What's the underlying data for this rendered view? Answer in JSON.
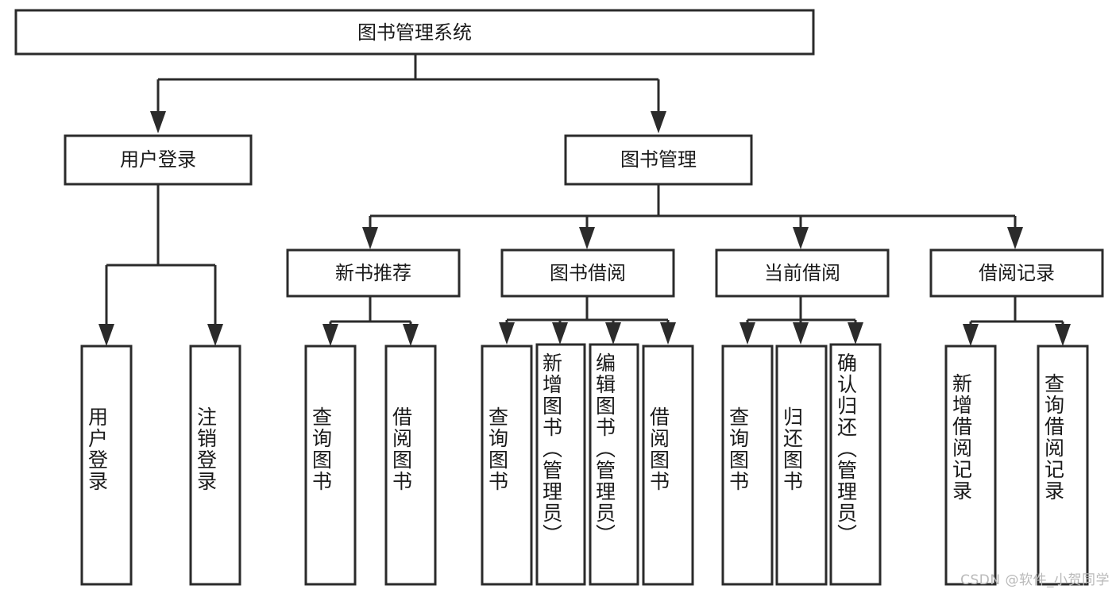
{
  "diagram": {
    "type": "tree-hierarchy",
    "title": "图书管理系统",
    "watermark": "CSDN @软件_小贺同学",
    "colors": {
      "background": "#ffffff",
      "stroke": "#2b2b2b",
      "text": "#1a1a1a",
      "watermark": "#b9b9b9"
    },
    "root": {
      "label": "图书管理系统"
    },
    "level2": [
      {
        "label": "用户登录"
      },
      {
        "label": "图书管理"
      }
    ],
    "level3": [
      {
        "label": "新书推荐"
      },
      {
        "label": "图书借阅"
      },
      {
        "label": "当前借阅"
      },
      {
        "label": "借阅记录"
      }
    ],
    "leaves": {
      "user_login": [
        {
          "label": "用户登录"
        },
        {
          "label": "注销登录"
        }
      ],
      "new_book_recommend": [
        {
          "label": "查询图书"
        },
        {
          "label": "借阅图书"
        }
      ],
      "book_borrow": [
        {
          "label": "查询图书"
        },
        {
          "label": "新增图书（管理员）"
        },
        {
          "label": "编辑图书（管理员）"
        },
        {
          "label": "借阅图书"
        }
      ],
      "current_borrow": [
        {
          "label": "查询图书"
        },
        {
          "label": "归还图书"
        },
        {
          "label": "确认归还（管理员）"
        }
      ],
      "borrow_record": [
        {
          "label": "新增借阅记录"
        },
        {
          "label": "查询借阅记录"
        }
      ]
    }
  }
}
